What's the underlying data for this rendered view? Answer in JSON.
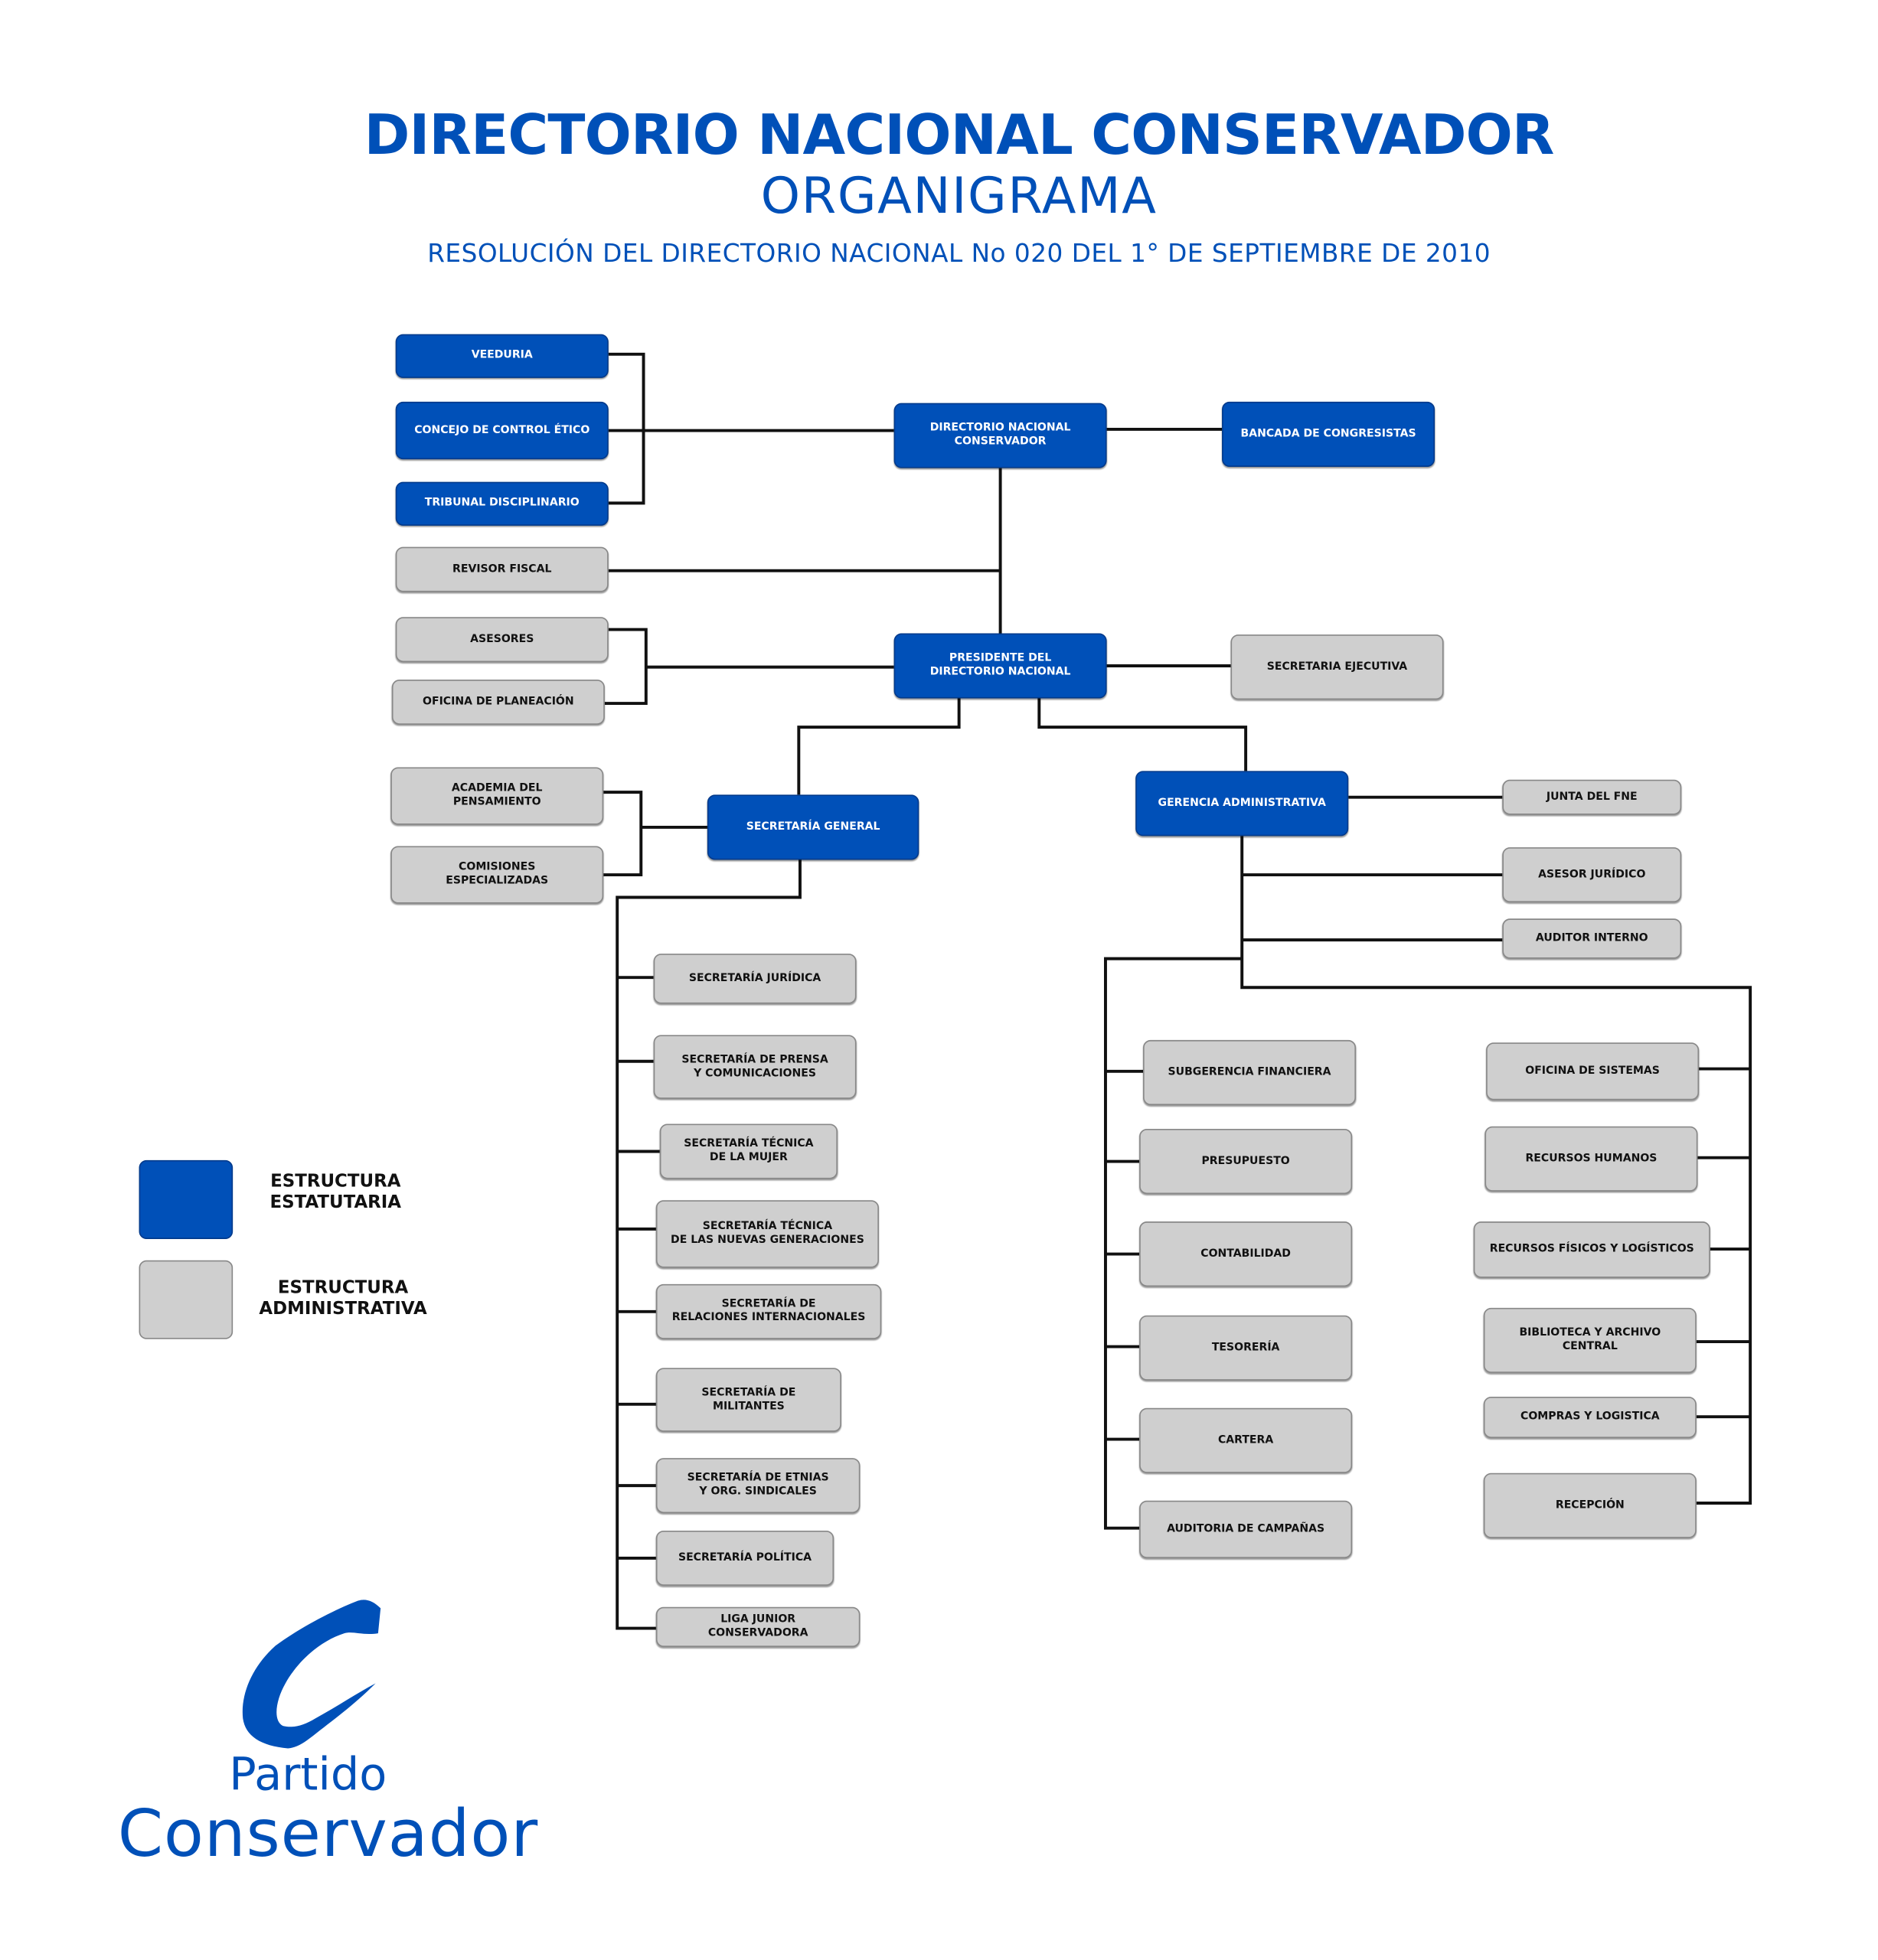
{
  "header": {
    "title": "DIRECTORIO NACIONAL CONSERVADOR",
    "subtitle": "ORGANIGRAMA",
    "resolution": "RESOLUCIÓN DEL DIRECTORIO NACIONAL No 020 DEL 1° DE SEPTIEMBRE DE 2010"
  },
  "colors": {
    "estatutaria": "#0050b8",
    "administrativa": "#cfcfcf"
  },
  "nodes": [
    "VEEDURIA",
    "CONCEJO DE CONTROL ÉTICO",
    "TRIBUNAL DISCIPLINARIO",
    "DIRECTORIO NACIONAL\nCONSERVADOR",
    "BANCADA DE CONGRESISTAS",
    "PRESIDENTE DEL\nDIRECTORIO NACIONAL",
    "SECRETARÍA GENERAL",
    "GERENCIA ADMINISTRATIVA",
    "REVISOR FISCAL",
    "ASESORES",
    "OFICINA DE PLANEACIÓN",
    "SECRETARIA EJECUTIVA",
    "ACADEMIA DEL\nPENSAMIENTO",
    "COMISIONES\nESPECIALIZADAS",
    "JUNTA DEL FNE",
    "ASESOR JURÍDICO",
    "AUDITOR INTERNO",
    "SECRETARÍA JURÍDICA",
    "SECRETARÍA DE PRENSA\nY COMUNICACIONES",
    "SECRETARÍA TÉCNICA\nDE LA MUJER",
    "SECRETARÍA  TÉCNICA\nDE LAS NUEVAS GENERACIONES",
    "SECRETARÍA DE\nRELACIONES INTERNACIONALES",
    "SECRETARÍA DE\nMILITANTES",
    "SECRETARÍA DE ETNIAS\nY ORG. SINDICALES",
    "SECRETARÍA  POLÍTICA",
    "LIGA JUNIOR\nCONSERVADORA",
    "SUBGERENCIA FINANCIERA",
    "PRESUPUESTO",
    "CONTABILIDAD",
    "TESORERÍA",
    "CARTERA",
    "AUDITORIA DE CAMPAÑAS",
    "OFICINA DE SISTEMAS",
    "RECURSOS  HUMANOS",
    "RECURSOS FÍSICOS Y LOGÍSTICOS",
    "BIBLIOTECA Y ARCHIVO\nCENTRAL",
    "COMPRAS Y LOGISTICA",
    "RECEPCIÓN"
  ],
  "legend": {
    "estatutaria": "ESTRUCTURA\nESTATUTARIA",
    "administrativa": "ESTRUCTURA\nADMINISTRATIVA"
  },
  "logo": {
    "line1": "Partido",
    "line2": "Conservador"
  }
}
